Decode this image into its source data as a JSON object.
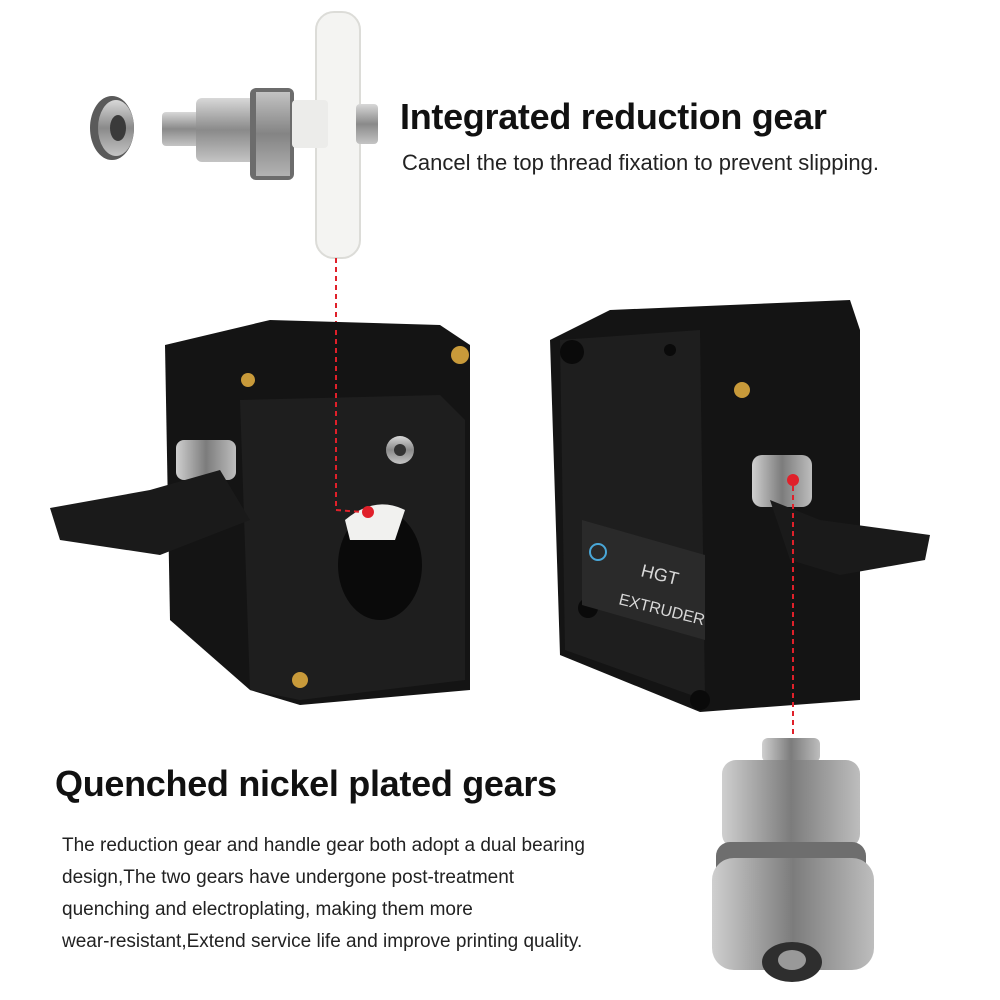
{
  "feature_top": {
    "heading": "Integrated reduction gear",
    "subtext": "Cancel the top thread fixation to prevent slipping."
  },
  "feature_bottom": {
    "heading": "Quenched nickel plated gears",
    "lines": [
      "The reduction gear and handle gear both adopt a dual bearing",
      "design,The two gears have undergone post-treatment",
      "quenching and electroplating, making them more",
      "wear-resistant,Extend service life and improve printing quality."
    ]
  },
  "label_plate": {
    "line1": "HGT",
    "line2": "EXTRUDER"
  },
  "colors": {
    "body": "#141414",
    "accent_dot": "#e0202a",
    "brass": "#c89a3a",
    "white_gear": "#f4f4f2",
    "steel": "#9a9a9a"
  }
}
